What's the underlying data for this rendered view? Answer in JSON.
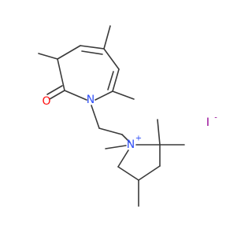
{
  "molecule": {
    "atoms": {
      "oxygen": {
        "symbol": "O",
        "color": "#ff0d0d"
      },
      "ring_nitrogen": {
        "symbol": "N",
        "color": "#3050f8"
      },
      "quaternary_nitrogen": {
        "symbol": "N",
        "charge": "+",
        "color": "#3050f8"
      }
    },
    "counterion": {
      "symbol": "I",
      "charge": "-",
      "color": "#940094"
    },
    "bond_color": "#3a3a3a"
  }
}
